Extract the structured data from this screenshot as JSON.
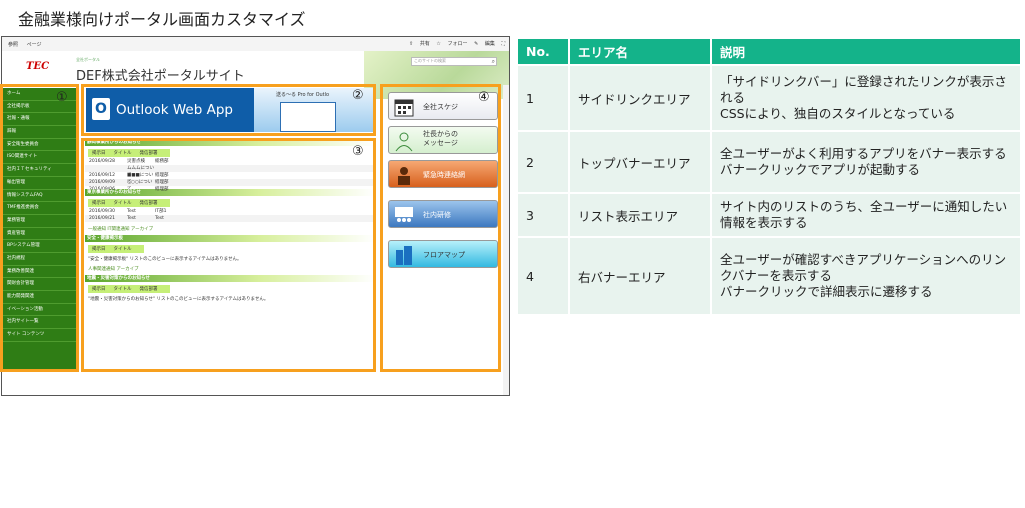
{
  "title": "金融業様向けポータル画面カスタマイズ",
  "sp": {
    "top_links": [
      "参照",
      "ページ"
    ],
    "top_right": [
      "共有",
      "フォロー",
      "編集"
    ],
    "logo": "TEC",
    "site_small": "全社ポータル",
    "site_title": "DEF株式会社ポータルサイト",
    "search_placeholder": "このサイトの検索"
  },
  "sidebar_items": [
    "ホーム",
    "全社掲示板",
    "社報・通報",
    "辞報",
    "安全衛生委員会",
    "ISO関連サイト",
    "社内ＩＴセキュリティ",
    "輸出管理",
    "情報システムFAQ",
    "TMF推進委員会",
    "業務管理",
    "資産管理",
    "BPシステム管理",
    "社内規程",
    "業務改善関連",
    "関財会計管理",
    "能力開発関連",
    "イベーション活動",
    "社内サイト一覧",
    "サイト コンテンツ"
  ],
  "banner": {
    "outlook_text": "Outlook Web App",
    "tagline": "送る〜る Pro for Outlo"
  },
  "lists": {
    "sec1_title": "静岡事業所からのお知らせ",
    "sec1_cols": [
      "掲示日",
      "タイトル",
      "発信部署"
    ],
    "sec1_rows": [
      {
        "date": "2016/09/28",
        "title": "災害点検",
        "org": "総務部"
      },
      {
        "date": "2016/09/12",
        "title": "ムムムについて",
        "org": "経理部"
      },
      {
        "date": "2016/09/09",
        "title": "■■■について",
        "org": "経理部"
      },
      {
        "date": "2016/09/06",
        "title": "○○○について",
        "org": "経理部"
      }
    ],
    "sec2_title": "東京事業所からのお知らせ",
    "sec2_cols": [
      "掲示日",
      "タイトル",
      "発信部署"
    ],
    "sec2_rows": [
      {
        "date": "2016/09/30",
        "title": "Test",
        "org": "IT部1"
      },
      {
        "date": "2016/09/21",
        "title": "Test",
        "org": "Test"
      }
    ],
    "link1": "一般通知 IT関連通知 アーカイブ",
    "sec3_title": "安全・健康掲示板",
    "sec3_cols": [
      "掲示日",
      "タイトル"
    ],
    "sec3_empty": "\"安全・健康掲示板\" リストのこのビューに表示するアイテムはありません。",
    "link2": "人事関連通知 アーカイブ",
    "sec4_title": "地震・災害対策からのお知らせ",
    "sec4_cols": [
      "掲示日",
      "タイトル",
      "発信部署"
    ],
    "sec4_empty": "\"地震・災害対策からのお知らせ\" リストのこのビューに表示するアイテムはありません。"
  },
  "right_banners": [
    "全社スケジ",
    "社長からの\nメッセージ",
    "緊急時連絡網",
    "社内研修",
    "フロアマップ"
  ],
  "callouts": [
    "①",
    "②",
    "③",
    "④"
  ],
  "table": {
    "headers": [
      "No.",
      "エリア名",
      "説明"
    ],
    "rows": [
      {
        "no": "1",
        "area": "サイドリンクエリア",
        "desc": "「サイドリンクバー」に登録されたリンクが表示される\nCSSにより、独自のスタイルとなっている"
      },
      {
        "no": "2",
        "area": "トップバナーエリア",
        "desc": "全ユーザーがよく利用するアプリをバナー表示する\nバナークリックでアプリが起動する"
      },
      {
        "no": "3",
        "area": "リスト表示エリア",
        "desc": "サイト内のリストのうち、全ユーザーに通知したい情報を表示する"
      },
      {
        "no": "4",
        "area": "右バナーエリア",
        "desc": "全ユーザーが確認すべきアプリケーションへのリンクバナーを表示する\nバナークリックで詳細表示に遷移する"
      }
    ]
  },
  "colors": {
    "accent": "#14b38a",
    "highlight": "#f7a01e",
    "sidebar": "#2f7d15"
  }
}
